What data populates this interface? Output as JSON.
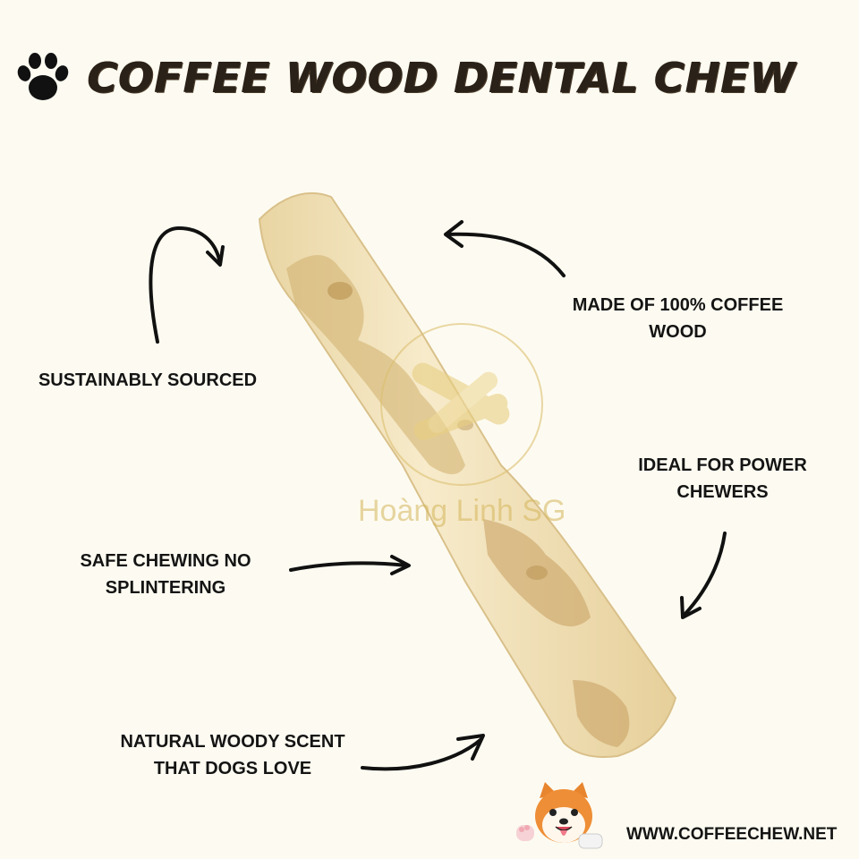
{
  "header": {
    "title": "COFFEE WOOD DENTAL CHEW",
    "icon": "paw-icon"
  },
  "features": {
    "sustainable": "SUSTAINABLY SOURCED",
    "made_of_line1": "MADE OF 100% COFFEE",
    "made_of_line2": "WOOD",
    "power_line1": "IDEAL FOR POWER",
    "power_line2": "CHEWERS",
    "safe_line1": "SAFE CHEWING NO",
    "safe_line2": "SPLINTERING",
    "scent_line1": "NATURAL WOODY SCENT",
    "scent_line2": "THAT DOGS LOVE"
  },
  "watermark": "Hoàng Linh SG",
  "footer": {
    "website": "WWW.COFFEECHEW.NET",
    "mascot": "shiba-dog-mascot"
  },
  "colors": {
    "background": "#fdfbf1",
    "text": "#141414",
    "wood": "#f3e2b8",
    "grain": "#c9a465"
  }
}
